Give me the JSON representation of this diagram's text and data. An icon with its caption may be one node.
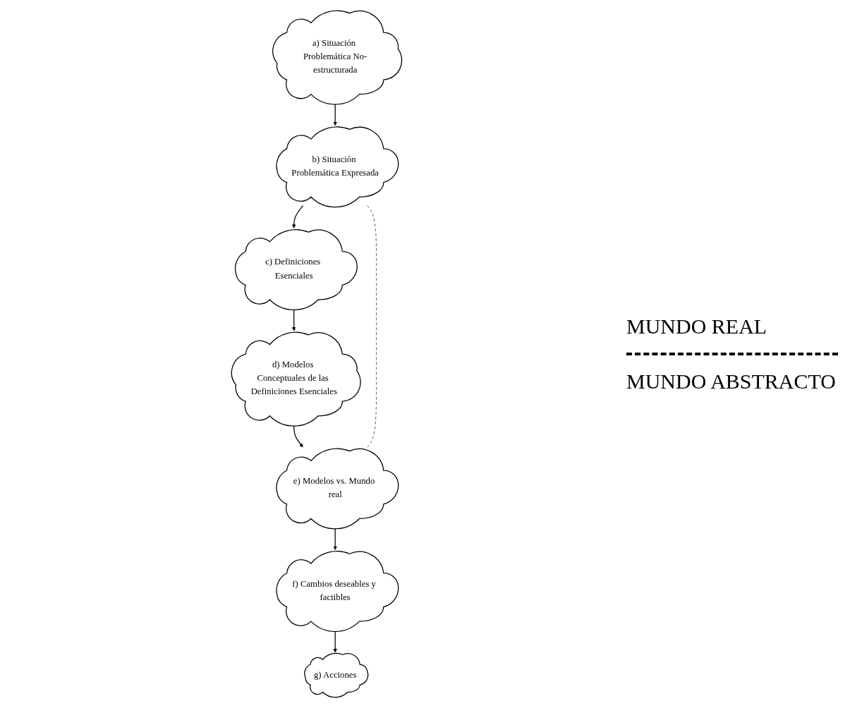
{
  "diagram": {
    "nodes": [
      {
        "text": [
          "a) Situación Problemática No-estructurada"
        ]
      },
      {
        "text": [
          "b) Situación Problemática Expresada"
        ]
      },
      {
        "text": [
          "c) Definiciones Esenciales"
        ]
      },
      {
        "text": [
          "d) Modelos Conceptuales de las Definiciones Esenciales"
        ]
      },
      {
        "text": [
          "e) Modelos vs. Mundo real"
        ]
      },
      {
        "text": [
          "f) Cambios deseables y factibles"
        ]
      },
      {
        "text": [
          "g) Acciones"
        ]
      }
    ],
    "edges": [
      {
        "from": 0,
        "to": 1,
        "arrow": "to"
      },
      {
        "from": 1,
        "to": 2,
        "arrow": "to"
      },
      {
        "from": 2,
        "to": 3,
        "arrow": "to"
      },
      {
        "from": 3,
        "to": 4,
        "arrow": "to"
      },
      {
        "from": 4,
        "to": 5,
        "arrow": "to"
      },
      {
        "from": 5,
        "to": 6,
        "arrow": "to"
      },
      {
        "from": 1,
        "to": 4,
        "arrow": "none",
        "style": "dashed"
      }
    ],
    "labels": [
      "MUNDO REAL",
      "MUNDO ABSTRACTO"
    ]
  }
}
